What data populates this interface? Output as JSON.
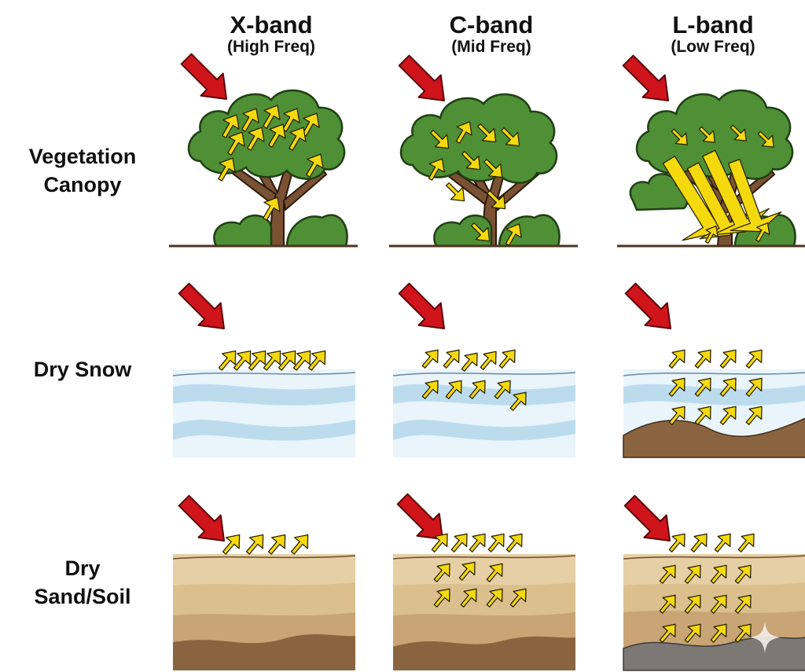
{
  "columns": [
    {
      "title": "X-band",
      "subtitle": "(High Freq)"
    },
    {
      "title": "C-band",
      "subtitle": "(Mid Freq)"
    },
    {
      "title": "L-band",
      "subtitle": "(Low Freq)"
    }
  ],
  "rows": [
    {
      "label_lines": [
        "Vegetation",
        "Canopy"
      ]
    },
    {
      "label_lines": [
        "Dry Snow"
      ]
    },
    {
      "label_lines": [
        "Dry",
        "Sand/Soil"
      ]
    }
  ],
  "colors": {
    "incident_arrow": "#d0141c",
    "scatter_arrow": "#f5d90f",
    "scatter_outline": "#2a2400",
    "foliage": "#4f8f35",
    "foliage_dark": "#2f6323",
    "trunk": "#7a5233",
    "ground_line": "#4a3420",
    "snow_light": "#e9f4fb",
    "snow_band": "#bcdcee",
    "sand_light": "#e6cfa4",
    "sand_mid": "#c9a474",
    "soil_dark": "#8a6440",
    "rock": "#7b7875"
  },
  "icons": [
    "incident-arrow-icon",
    "scatter-arrow-icon",
    "tree-icon",
    "sparkle-icon"
  ]
}
